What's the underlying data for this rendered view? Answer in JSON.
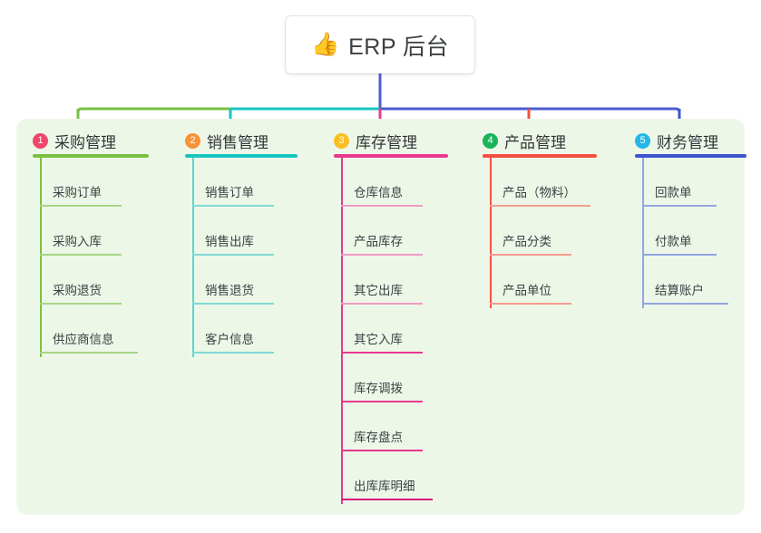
{
  "root": {
    "icon": "thumbs-up-icon",
    "emoji": "👍",
    "title": "ERP 后台"
  },
  "diagram": {
    "type": "mind-map",
    "orientation": "top-down",
    "panel_background": "#edf7e8",
    "branch_count": 5
  },
  "branches": [
    {
      "number": "1",
      "title": "采购管理",
      "color": "#7ac143",
      "badge_color": "#f2456b",
      "items": [
        "采购订单",
        "采购入库",
        "采购退货",
        "供应商信息"
      ]
    },
    {
      "number": "2",
      "title": "销售管理",
      "color": "#16c6c0",
      "badge_color": "#f79236",
      "items": [
        "销售订单",
        "销售出库",
        "销售退货",
        "客户信息"
      ]
    },
    {
      "number": "3",
      "title": "库存管理",
      "color": "#e8398f",
      "badge_color": "#f9bf22",
      "items": [
        "仓库信息",
        "产品库存",
        "其它出库",
        "其它入库",
        "库存调拨",
        "库存盘点",
        "出库库明细"
      ]
    },
    {
      "number": "4",
      "title": "产品管理",
      "color": "#f5503f",
      "badge_color": "#19b35a",
      "items": [
        "产品（物料）",
        "产品分类",
        "产品单位"
      ]
    },
    {
      "number": "5",
      "title": "财务管理",
      "color": "#3c56cd",
      "badge_color": "#24b7e8",
      "items": [
        "回款单",
        "付款单",
        "结算账户"
      ]
    }
  ],
  "connectors": {
    "trunk_color": "#4e5ccf",
    "bus_segments": [
      {
        "color": "#7ac143"
      },
      {
        "color": "#16c6c0"
      },
      {
        "color": "#4e5ccf"
      }
    ]
  }
}
